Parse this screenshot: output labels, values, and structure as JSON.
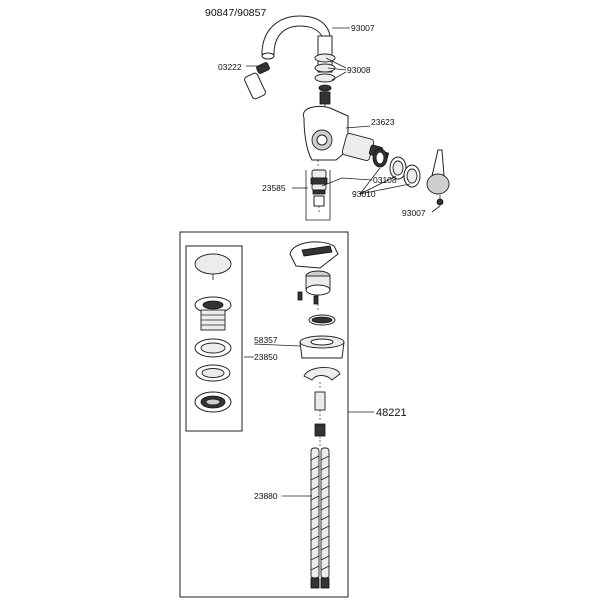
{
  "title": "90847/90857",
  "callouts": {
    "p93007_top": "93007",
    "p03222": "03222",
    "p93008": "93008",
    "p23623": "23623",
    "p03108": "03108",
    "p93010": "93010",
    "p23585": "23585",
    "p93007_bottom": "93007",
    "p58357": "58357",
    "p23850": "23850",
    "p48221": "48221",
    "p23880": "23880"
  }
}
